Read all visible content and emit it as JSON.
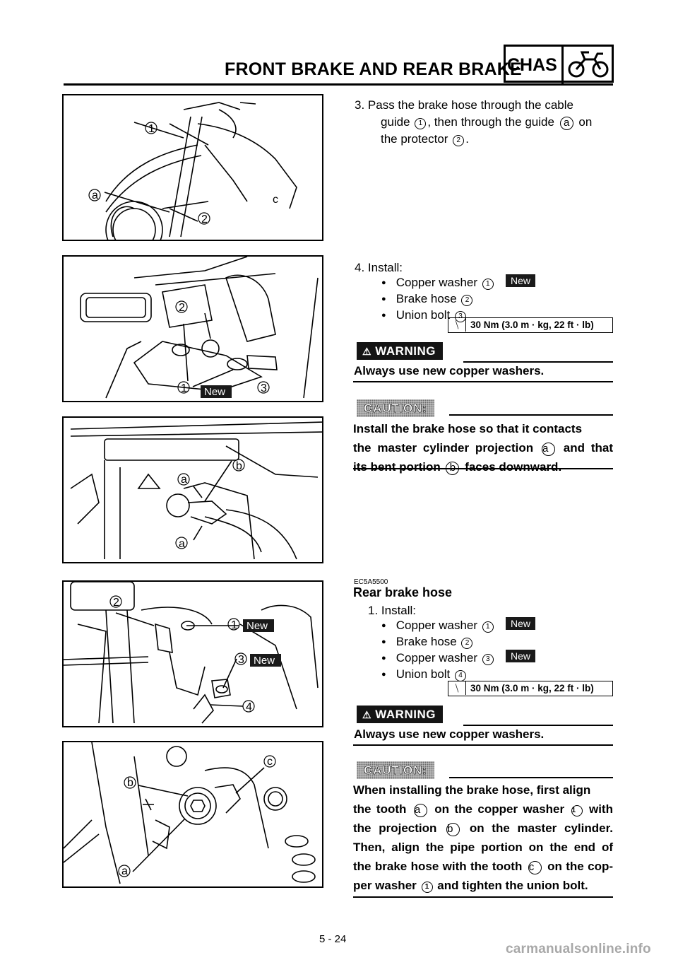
{
  "header": {
    "title": "FRONT BRAKE AND REAR BRAKE",
    "badge": "CHAS"
  },
  "front": {
    "step3_line1": "3. Pass the brake hose through the cable",
    "step3_line2a": "guide",
    "step3_line2b": ", then through the guide",
    "step3_line2c": "on",
    "step3_line3a": "the protector",
    "step3_line3b": ".",
    "step4": "4. Install:",
    "items": [
      "Copper washer",
      "Brake hose",
      "Union bolt"
    ],
    "new_tag": "New",
    "torque": "30 Nm (3.0 m · kg, 22 ft · lb)",
    "warning_label": "WARNING",
    "warning_text": "Always use new copper washers.",
    "caution_label": "CAUTION:",
    "caution_1": "Install the brake hose so that it contacts",
    "caution_2a": "the master cylinder projection",
    "caution_2b": "and that",
    "caution_3a": "its bent portion",
    "caution_3b": "faces downward."
  },
  "rear": {
    "code": "EC5A5500",
    "title": "Rear brake hose",
    "step1": "1. Install:",
    "items": [
      "Copper washer",
      "Brake hose",
      "Copper washer",
      "Union bolt"
    ],
    "new_tag": "New",
    "torque": "30 Nm (3.0 m · kg, 22 ft · lb)",
    "warning_label": "WARNING",
    "warning_text": "Always use new copper washers.",
    "caution_label": "CAUTION:",
    "caution_1": "When installing the brake hose, first align",
    "caution_2a": "the tooth",
    "caution_2b": "on the copper washer",
    "caution_2c": "with",
    "caution_3a": "the projection",
    "caution_3b": "on the master cylinder.",
    "caution_4": "Then, align the pipe portion on the end of",
    "caution_5a": "the brake hose with the tooth",
    "caution_5b": "on the cop-",
    "caution_6a": "per washer",
    "caution_6b": "and tighten the union bolt."
  },
  "markers": {
    "n1": "1",
    "n2": "2",
    "n3": "3",
    "n4": "4",
    "a": "a",
    "b": "b",
    "c": "c"
  },
  "footer": {
    "page": "5 - 24",
    "watermark": "carmanualsonline.info"
  }
}
